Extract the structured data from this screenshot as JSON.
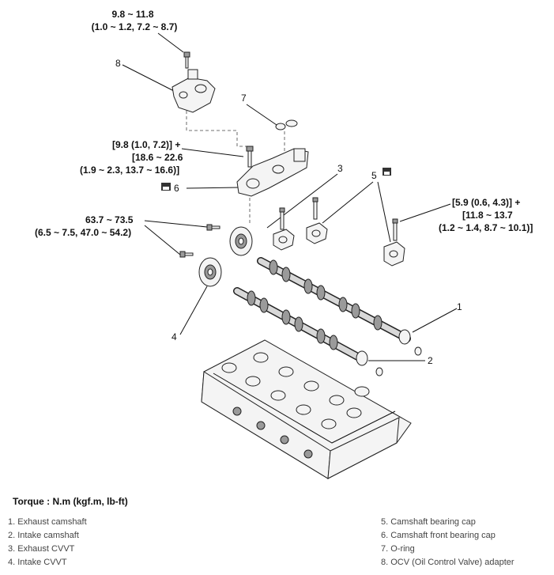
{
  "torque_labels": {
    "ocv_adapter_bolt": [
      "9.8 ~ 11.8",
      "(1.0 ~ 1.2, 7.2 ~ 8.7)"
    ],
    "front_cap_bolt": [
      "[9.8 (1.0, 7.2)] +",
      "[18.6 ~ 22.6",
      "(1.9 ~ 2.3, 13.7 ~ 16.6)]"
    ],
    "cvvt_bolt": [
      "63.7 ~ 73.5",
      "(6.5 ~ 7.5, 47.0 ~ 54.2)"
    ],
    "bearing_cap_bolt": [
      "[5.9 (0.6, 4.3)] +",
      "[11.8 ~ 13.7",
      "(1.2 ~ 1.4, 8.7 ~ 10.1)]"
    ]
  },
  "callouts": [
    "1",
    "2",
    "3",
    "4",
    "5",
    "6",
    "7",
    "8"
  ],
  "torque_heading": "Torque : N.m (kgf.m, lb-ft)",
  "legend_left": [
    "1. Exhaust camshaft",
    "2. Intake camshaft",
    "3. Exhaust CVVT",
    "4. Intake CVVT"
  ],
  "legend_right": [
    "5. Camshaft bearing cap",
    "6. Camshaft front bearing cap",
    "7. O-ring",
    "8. OCV (Oil Control Valve) adapter"
  ]
}
